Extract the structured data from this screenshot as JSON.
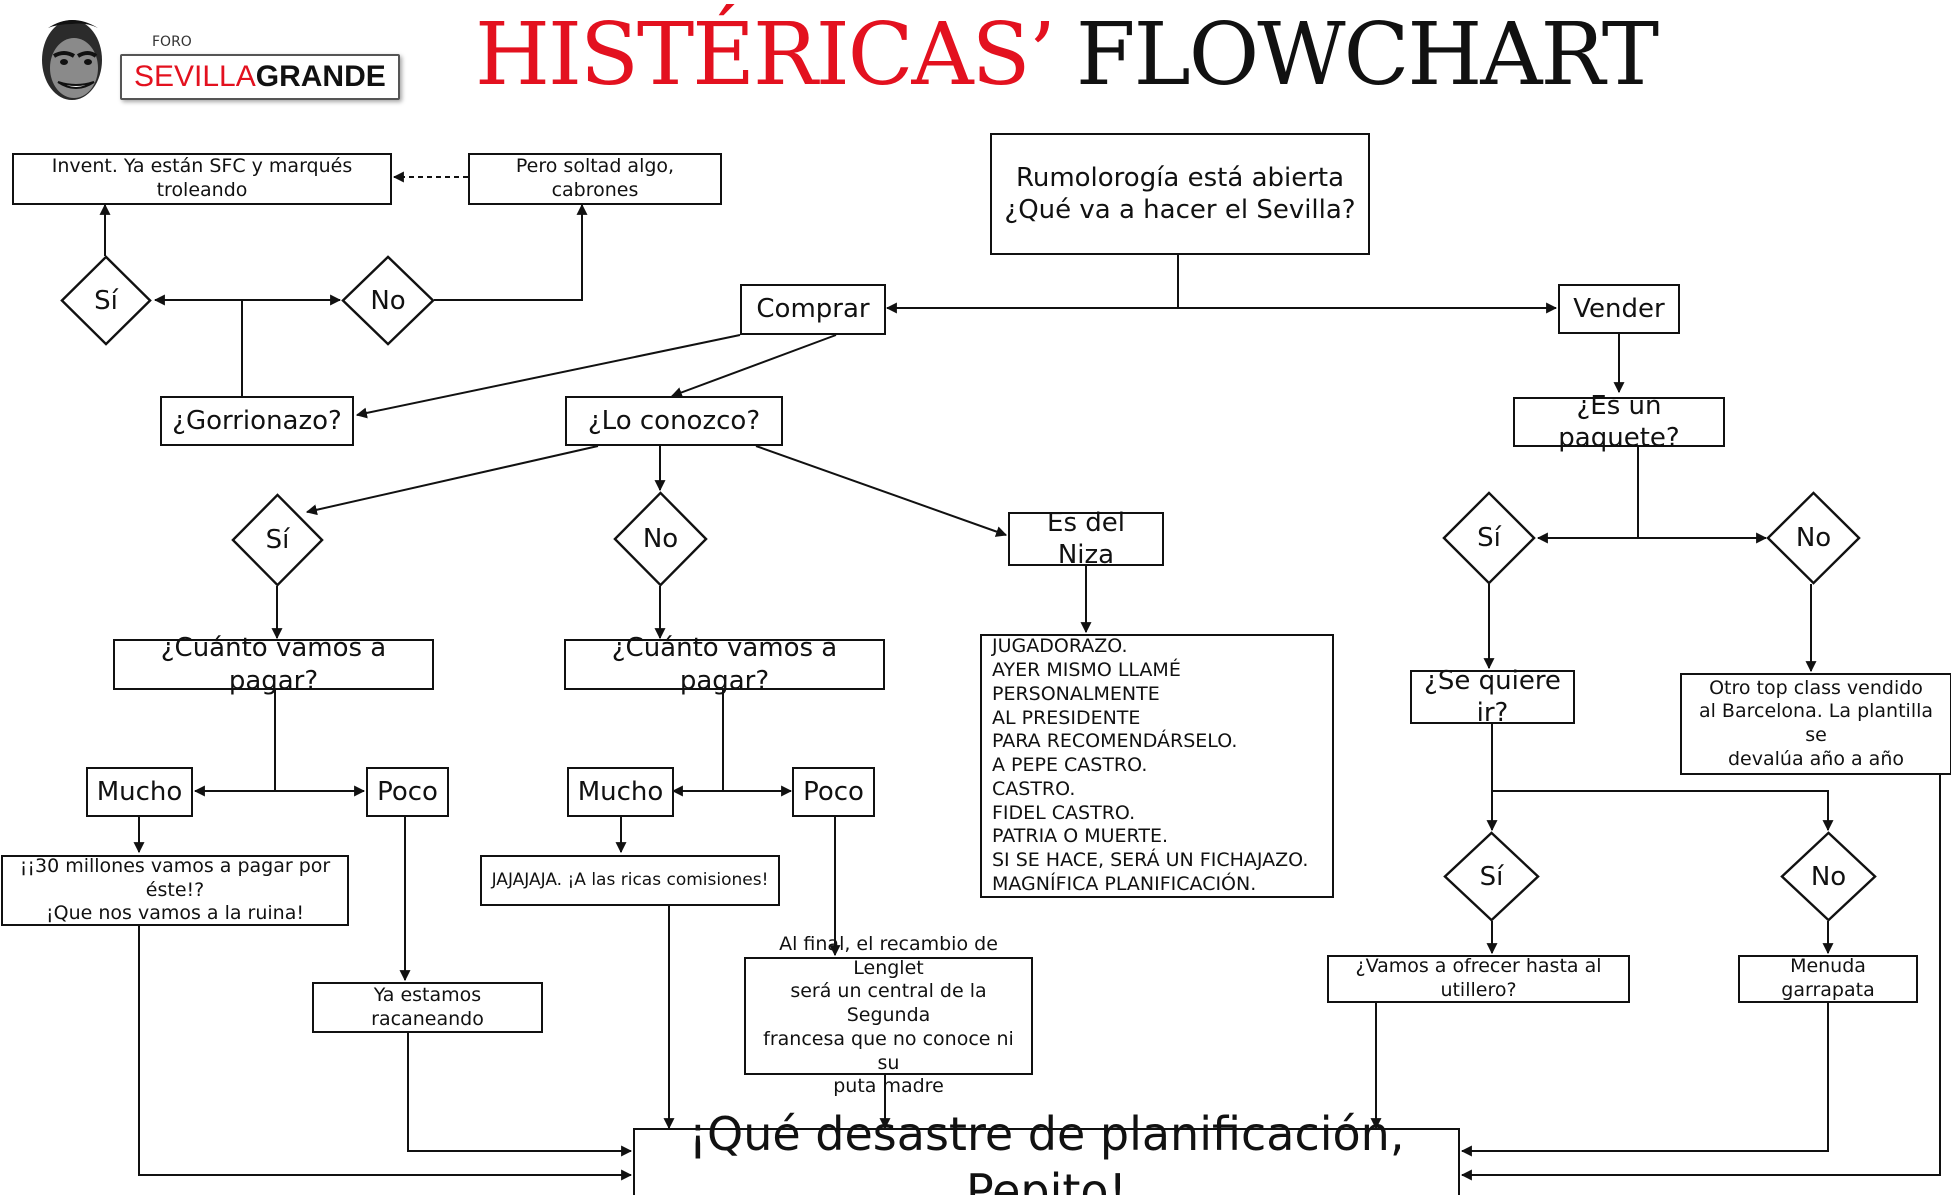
{
  "header": {
    "title_red": "HISTÉRICAS’",
    "title_black": "FLOWCHART",
    "logo_small": "FORO",
    "logo_part1": "SEVILLA",
    "logo_part2": "GRANDE",
    "logo_icon": "caricature-face-icon",
    "title_color": "#e3111f"
  },
  "nodes": {
    "start": "Rumolorogía está abierta\n¿Qué va a hacer el Sevilla?",
    "comprar": "Comprar",
    "vender": "Vender",
    "gorrionazo": "¿Gorrionazo?",
    "gorr_si": "Sí",
    "gorr_no": "No",
    "invent": "Invent. Ya están SFC y marqués troleando",
    "pero": "Pero soltad algo, cabrones",
    "conozco": "¿Lo conozco?",
    "con_si": "Sí",
    "con_no": "No",
    "niza": "Es del Niza",
    "niza_text": "JUGADORAZO.\nAYER MISMO LLAMÉ PERSONALMENTE\nAL PRESIDENTE\nPARA RECOMENDÁRSELO.\nA PEPE CASTRO.\nCASTRO.\nFIDEL CASTRO.\nPATRIA O MUERTE.\nSI SE HACE, SERÁ UN FICHAJAZO.\nMAGNÍFICA PLANIFICACIÓN.",
    "pagar1": "¿Cuánto vamos a pagar?",
    "pagar2": "¿Cuánto vamos a pagar?",
    "mucho1": "Mucho",
    "poco1": "Poco",
    "mucho2": "Mucho",
    "poco2": "Poco",
    "millones": "¡¡30 millones vamos a pagar por éste!?\n¡Que nos vamos a la ruina!",
    "racaneando": "Ya estamos racaneando",
    "jajaja": "JAJAJAJA. ¡A las ricas comisiones!",
    "alfinal": "Al final, el recambio de Lenglet\nserá un central de la Segunda\nfrancesa que no conoce ni su\nputa madre",
    "paquete": "¿Es un paquete?",
    "paq_si": "Sí",
    "paq_no": "No",
    "quiere": "¿Se quiere ir?",
    "quiere_si": "Sí",
    "quiere_no": "No",
    "topclass": "Otro top class vendido\nal Barcelona. La plantilla se\ndevalúa año a año",
    "utillero": "¿Vamos a ofrecer hasta al utillero?",
    "garrapata": "Menuda garrapata",
    "final": "¡Qué desastre de planificación, Pepito!"
  }
}
